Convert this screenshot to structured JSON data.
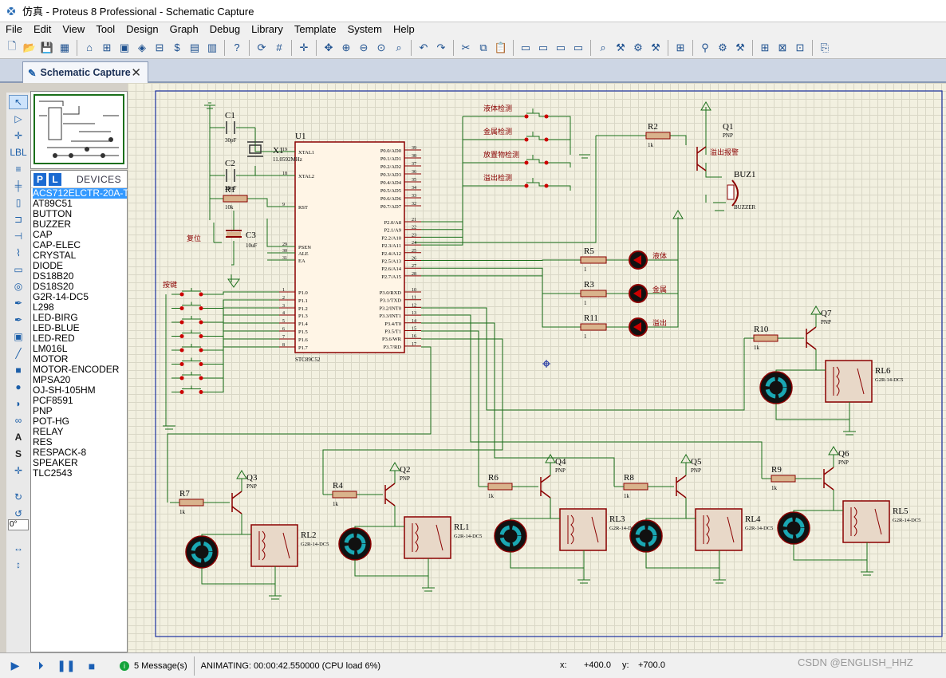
{
  "window": {
    "title": "仿真 - Proteus 8 Professional - Schematic Capture"
  },
  "menu": [
    "File",
    "Edit",
    "View",
    "Tool",
    "Design",
    "Graph",
    "Debug",
    "Library",
    "Template",
    "System",
    "Help"
  ],
  "tab": {
    "label": "Schematic Capture",
    "close": "✕"
  },
  "devices": {
    "p_label": "P",
    "l_label": "L",
    "header": "DEVICES",
    "items": [
      "ACS712ELCTR-20A-T",
      "AT89C51",
      "BUTTON",
      "BUZZER",
      "CAP",
      "CAP-ELEC",
      "CRYSTAL",
      "DIODE",
      "DS18B20",
      "DS18S20",
      "G2R-14-DC5",
      "L298",
      "LED-BIRG",
      "LED-BLUE",
      "LED-RED",
      "LM016L",
      "MOTOR",
      "MOTOR-ENCODER",
      "MPSA20",
      "OJ-SH-105HM",
      "PCF8591",
      "PNP",
      "POT-HG",
      "RELAY",
      "RES",
      "RESPACK-8",
      "SPEAKER",
      "TLC2543"
    ],
    "selected_index": 0
  },
  "rotation": "0°",
  "schematic": {
    "mcu": {
      "ref": "U1",
      "part": "STC89C52",
      "left_pins": [
        [
          "XTAL1",
          "19"
        ],
        [
          "XTAL2",
          "18"
        ],
        [
          "RST",
          "9"
        ],
        [
          "PSEN",
          "29"
        ],
        [
          "ALE",
          "30"
        ],
        [
          "EA",
          "31"
        ],
        [
          "P1.0",
          "1"
        ],
        [
          "P1.1",
          "2"
        ],
        [
          "P1.2",
          "3"
        ],
        [
          "P1.3",
          "4"
        ],
        [
          "P1.4",
          "5"
        ],
        [
          "P1.5",
          "6"
        ],
        [
          "P1.6",
          "7"
        ],
        [
          "P1.7",
          "8"
        ]
      ],
      "right_pins": [
        [
          "P0.0/AD0",
          "39"
        ],
        [
          "P0.1/AD1",
          "38"
        ],
        [
          "P0.2/AD2",
          "37"
        ],
        [
          "P0.3/AD3",
          "36"
        ],
        [
          "P0.4/AD4",
          "35"
        ],
        [
          "P0.5/AD5",
          "34"
        ],
        [
          "P0.6/AD6",
          "33"
        ],
        [
          "P0.7/AD7",
          "32"
        ],
        [
          "P2.0/A8",
          "21"
        ],
        [
          "P2.1/A9",
          "22"
        ],
        [
          "P2.2/A10",
          "23"
        ],
        [
          "P2.3/A11",
          "24"
        ],
        [
          "P2.4/A12",
          "25"
        ],
        [
          "P2.5/A13",
          "26"
        ],
        [
          "P2.6/A14",
          "27"
        ],
        [
          "P2.7/A15",
          "28"
        ],
        [
          "P3.0/RXD",
          "10"
        ],
        [
          "P3.1/TXD",
          "11"
        ],
        [
          "P3.2/INT0",
          "12"
        ],
        [
          "P3.3/INT1",
          "13"
        ],
        [
          "P3.4/T0",
          "14"
        ],
        [
          "P3.5/T1",
          "15"
        ],
        [
          "P3.6/WR",
          "16"
        ],
        [
          "P3.7/RD",
          "17"
        ]
      ]
    },
    "c1": {
      "ref": "C1",
      "value": "30pF"
    },
    "c2": {
      "ref": "C2",
      "value": "30pF"
    },
    "c3": {
      "ref": "C3",
      "value": "10uF"
    },
    "x1": {
      "ref": "X1",
      "value": "11.0592MHz"
    },
    "r1": {
      "ref": "R1",
      "value": "10k"
    },
    "reset_label": "复位",
    "keys_label": "按键",
    "inputs": [
      "液体检测",
      "金属检测",
      "放置物检测",
      "溢出检测"
    ],
    "leds": [
      {
        "ref": "R5",
        "value": "1",
        "label": "液体"
      },
      {
        "ref": "R3",
        "value": "1",
        "label": "金属"
      },
      {
        "ref": "R11",
        "value": "1",
        "label": "溢出"
      }
    ],
    "q1": {
      "ref": "Q1",
      "type": "PNP",
      "note": "溢出报警"
    },
    "r2": {
      "ref": "R2",
      "value": "1k"
    },
    "buz": {
      "ref": "BUZ1",
      "part": "BUZZER"
    },
    "drivers": [
      {
        "r": "R7",
        "q": "Q3",
        "rl": "RL2"
      },
      {
        "r": "R4",
        "q": "Q2",
        "rl": "RL1"
      },
      {
        "r": "R6",
        "q": "Q4",
        "rl": "RL3"
      },
      {
        "r": "R8",
        "q": "Q5",
        "rl": "RL4"
      },
      {
        "r": "R9",
        "q": "Q6",
        "rl": "RL5"
      },
      {
        "r": "R10",
        "q": "Q7",
        "rl": "RL6"
      }
    ],
    "res_value": "1k",
    "pnp": "PNP",
    "relay_part": "G2R-14-DC5"
  },
  "status": {
    "messages": "5 Message(s)",
    "animating": "ANIMATING: 00:00:42.550000 (CPU load 6%)",
    "x_label": "x:",
    "x": "+400.0",
    "y_label": "y:",
    "y": "+700.0"
  },
  "watermark": "CSDN @ENGLISH_HHZ"
}
